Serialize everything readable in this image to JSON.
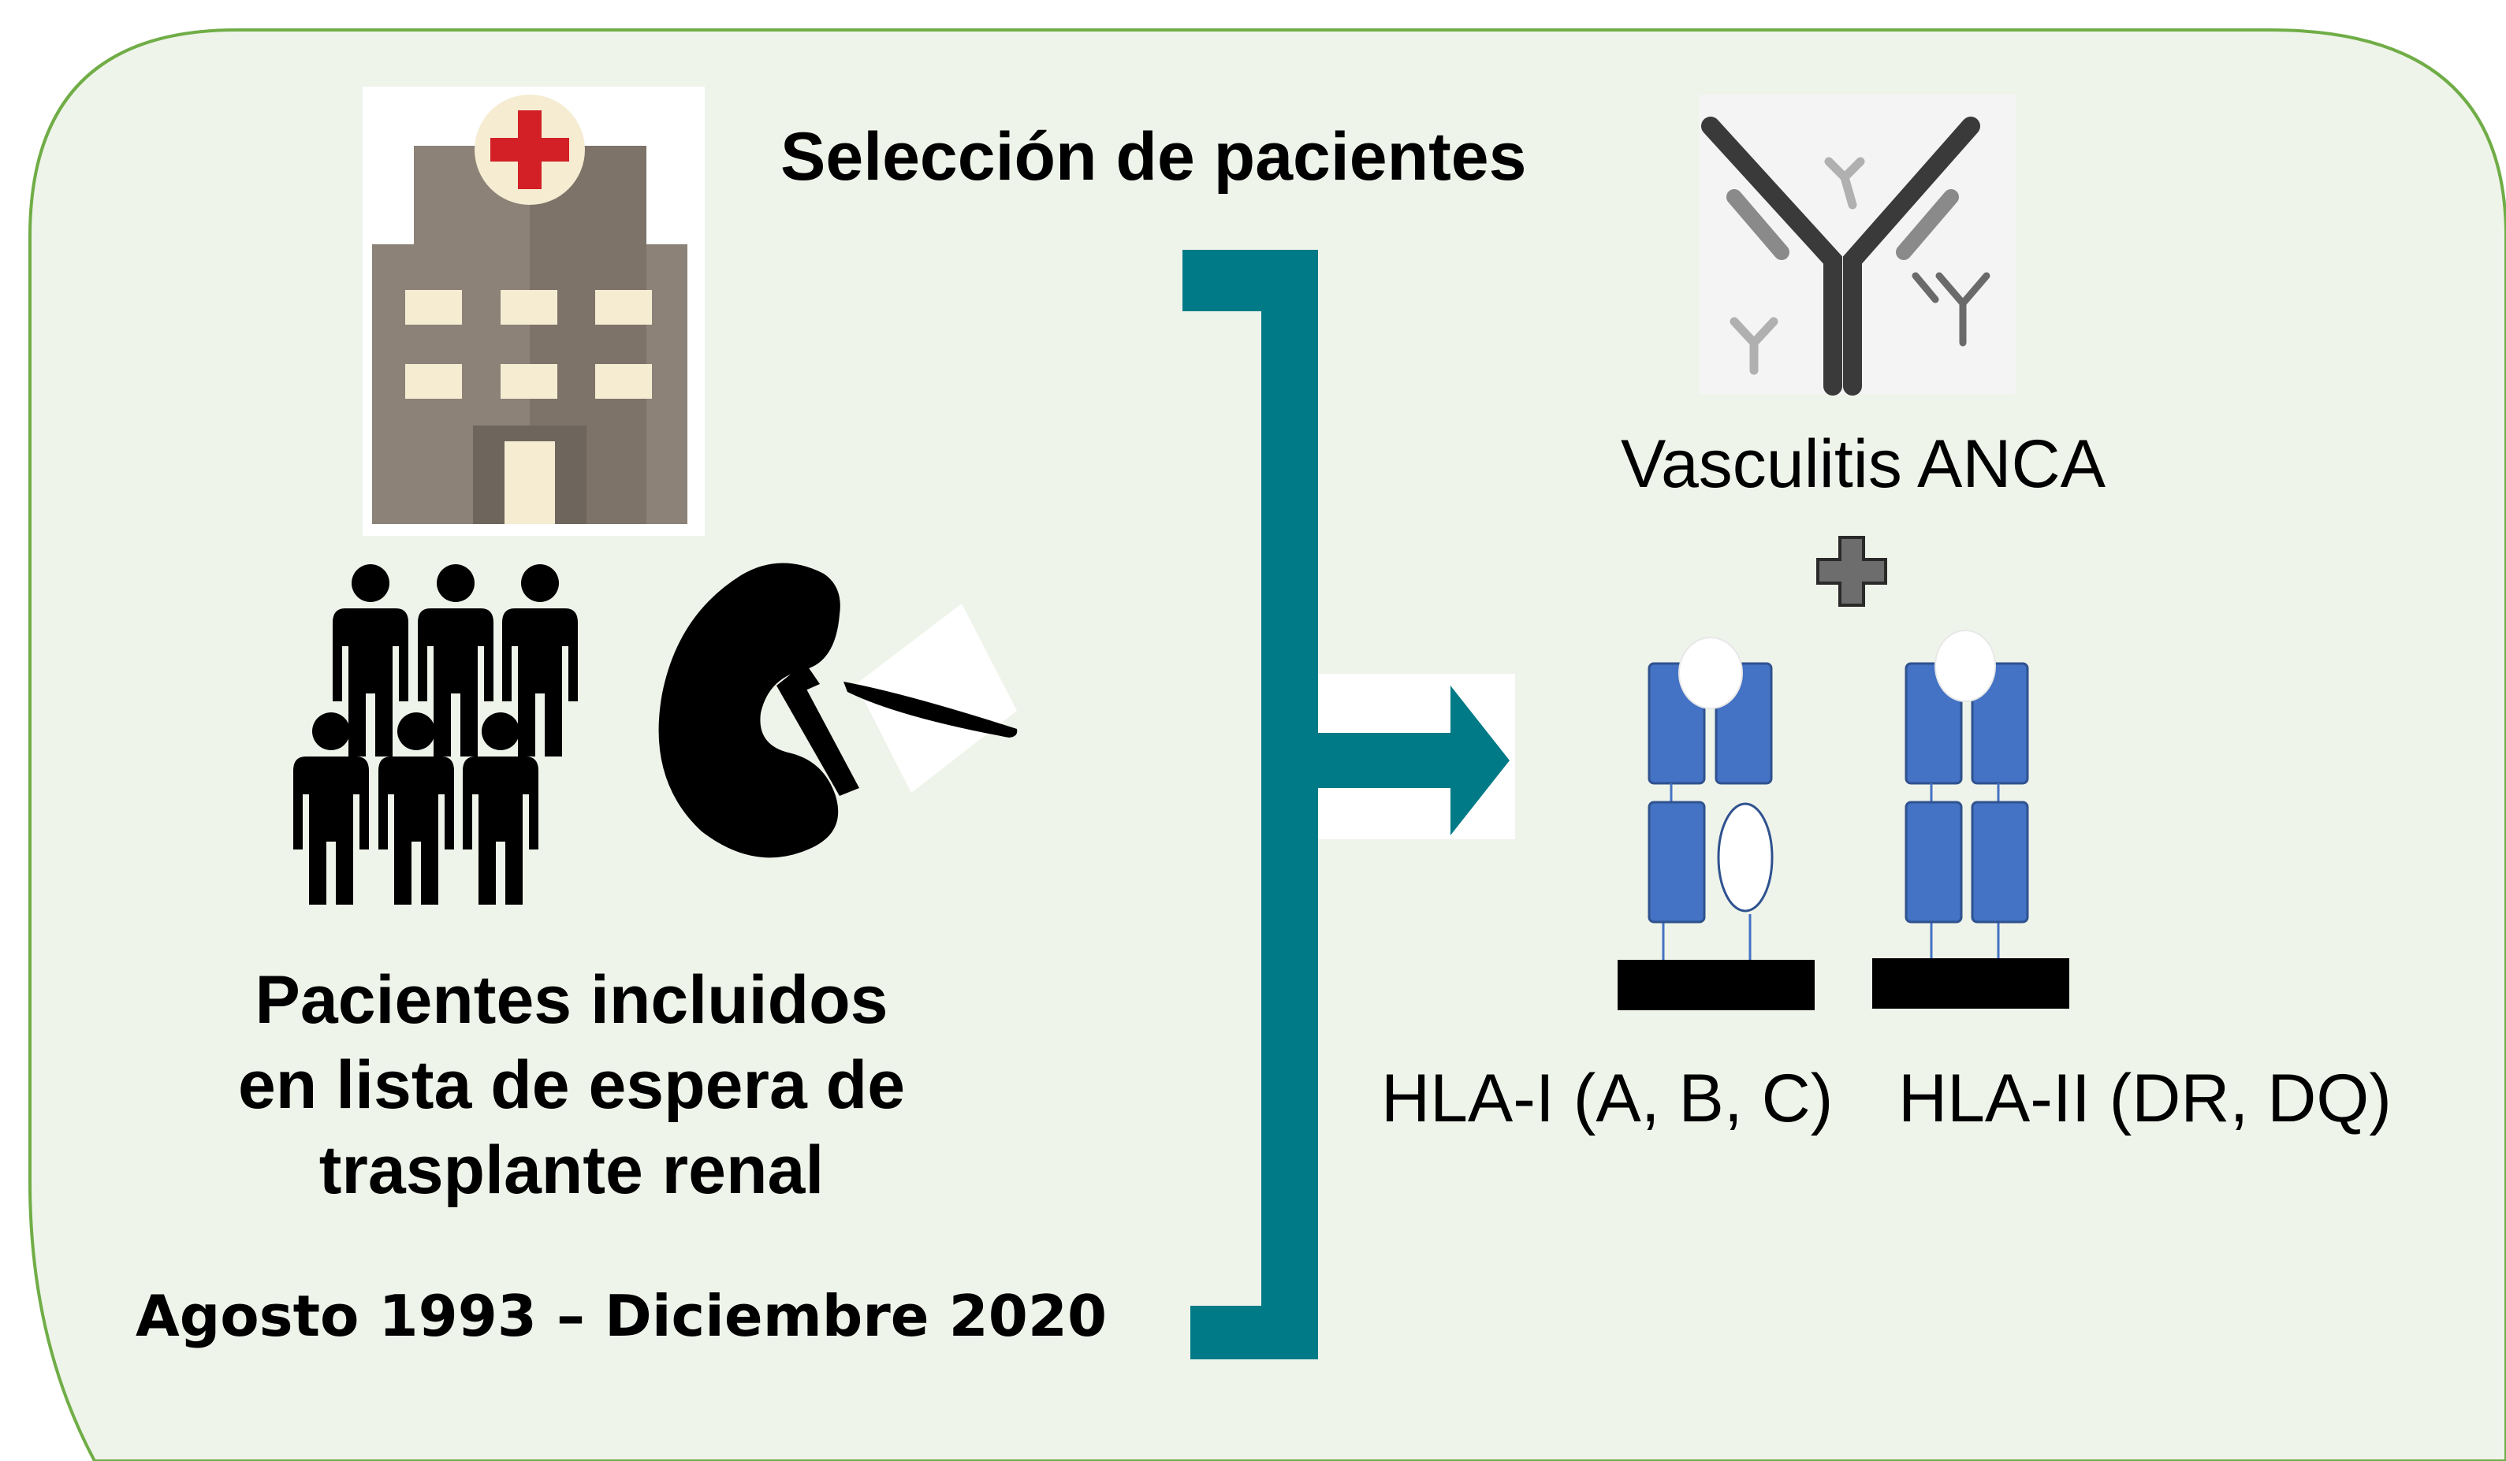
{
  "title": "Selección de pacientes",
  "left": {
    "patients_line1": "Pacientes incluidos",
    "patients_line2": "en lista de espera de",
    "patients_line3": "trasplante renal",
    "date_range": "Agosto 1993 – Diciembre 2020"
  },
  "right": {
    "vasculitis_label": "Vasculitis ANCA",
    "hla1_label": "HLA-I (A, B, C)",
    "hla2_label": "HLA-II (DR, DQ)"
  },
  "icons": [
    "hospital-icon",
    "people-group-icon",
    "kidney-scalpel-icon",
    "antibody-icon",
    "plus-icon",
    "hla-class-i-icon",
    "hla-class-ii-icon",
    "bracket-arrow-icon"
  ],
  "colors": {
    "panel_fill": "#eff4ea",
    "panel_border": "#70ad47",
    "teal": "#007a87",
    "hla_blue": "#4472c4",
    "hospital": "#8c8278"
  }
}
